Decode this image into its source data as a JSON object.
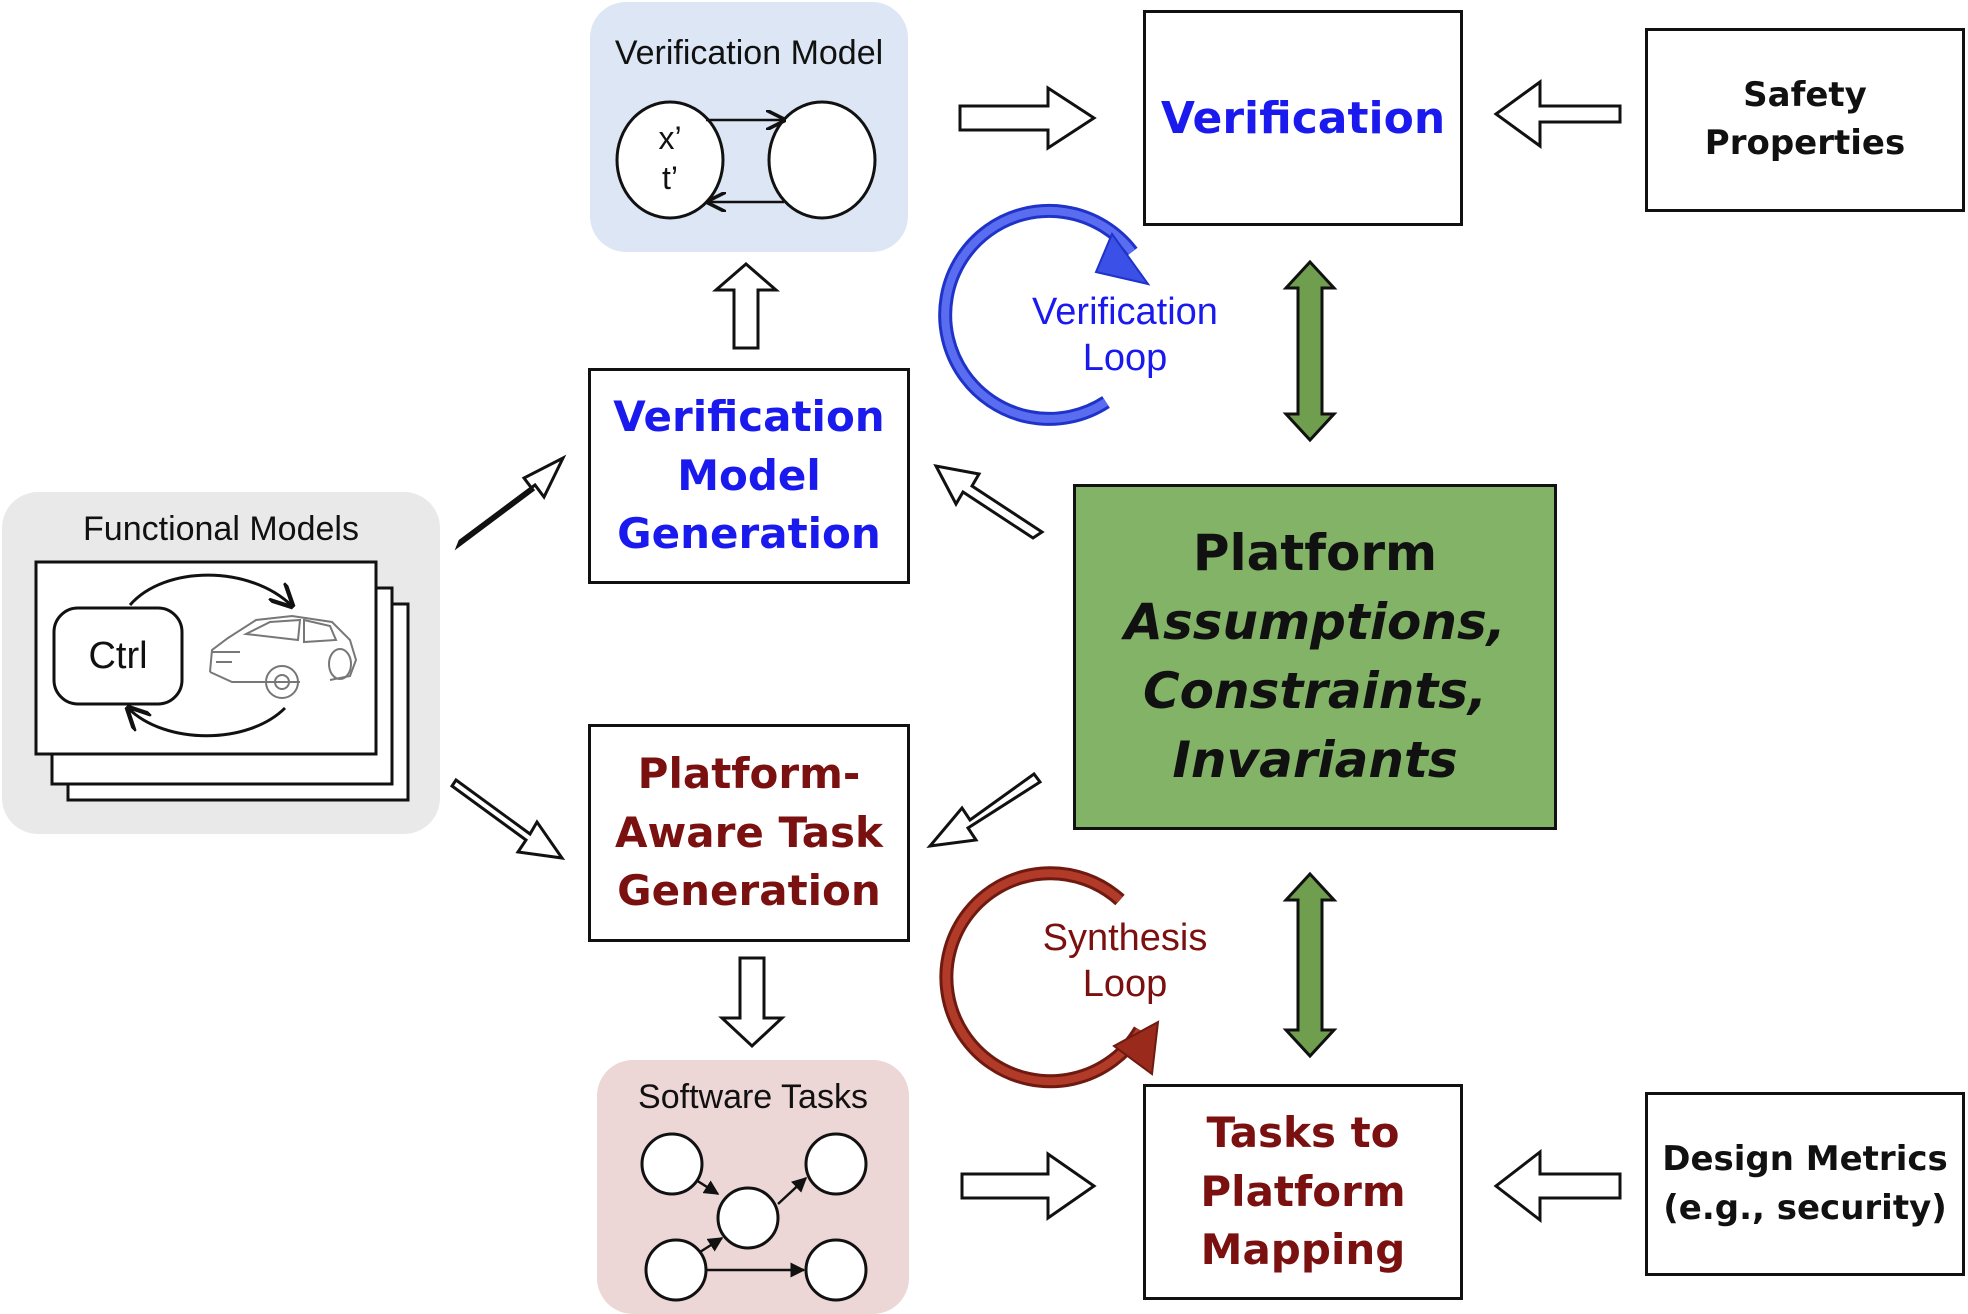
{
  "verification_model": {
    "title": "Verification Model",
    "state_line1": "x’",
    "state_line2": "t’"
  },
  "verification": {
    "label": "Verification"
  },
  "safety_properties": {
    "line1": "Safety",
    "line2": "Properties"
  },
  "verification_loop": {
    "line1": "Verification",
    "line2": "Loop"
  },
  "verification_model_generation": {
    "line1": "Verification",
    "line2": "Model",
    "line3": "Generation"
  },
  "functional_models": {
    "title": "Functional Models",
    "ctrl_label": "Ctrl"
  },
  "platform": {
    "line1": "Platform",
    "line2": "Assumptions,",
    "line3": "Constraints,",
    "line4": "Invariants"
  },
  "platform_aware_task_generation": {
    "line1": "Platform-",
    "line2": "Aware Task",
    "line3": "Generation"
  },
  "synthesis_loop": {
    "line1": "Synthesis",
    "line2": "Loop"
  },
  "software_tasks": {
    "title": "Software Tasks"
  },
  "tasks_to_platform_mapping": {
    "line1": "Tasks to",
    "line2": "Platform",
    "line3": "Mapping"
  },
  "design_metrics": {
    "line1": "Design Metrics",
    "line2": "(e.g., security)"
  },
  "colors": {
    "blue_text": "#1a1aee",
    "dark_red_text": "#7a1010",
    "platform_fill": "#82b366",
    "green_arrow": "#6e9e4e",
    "verification_panel": "#dce6f4",
    "software_panel": "#ecd6d6",
    "functional_panel": "#e9e9e9",
    "loop_blue": "#3b50e6",
    "loop_red": "#9a2a1c"
  }
}
